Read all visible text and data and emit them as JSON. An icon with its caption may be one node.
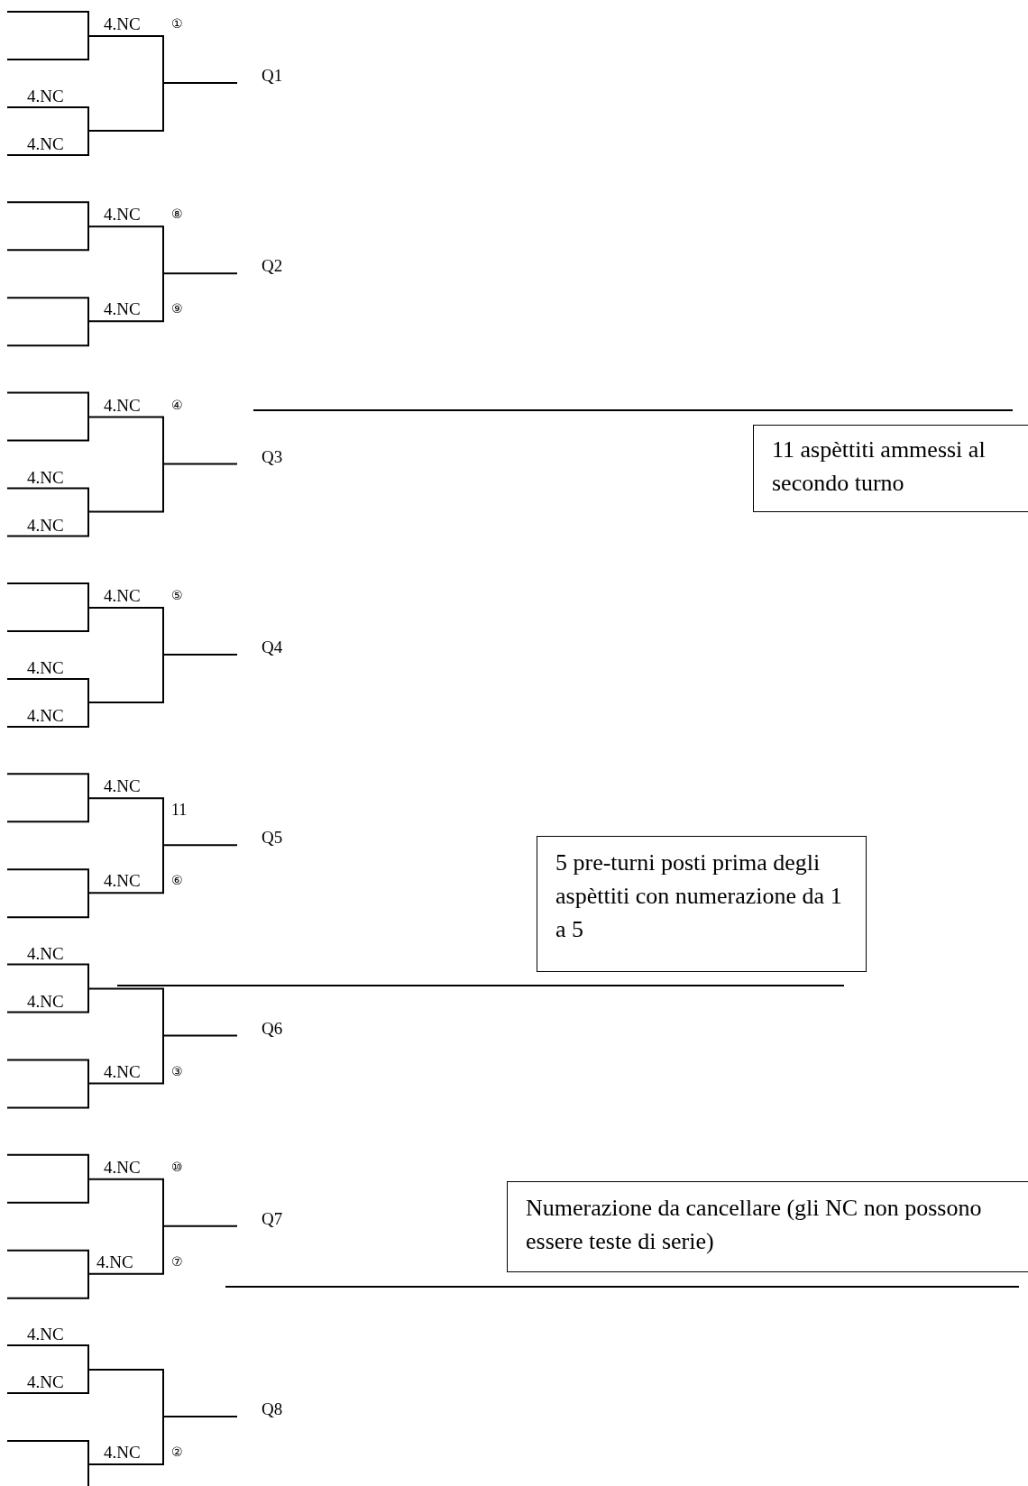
{
  "diagram": {
    "nodes": [
      {
        "text": [
          "11 aspèttiti ammessi al secondo turno"
        ]
      },
      {
        "text": [
          "5 pre-turni posti prima degli aspèttiti con numerazione da 1 a 5"
        ]
      },
      {
        "text": [
          "Numerazione da cancellare (gli NC non possono essere teste di serie)"
        ]
      }
    ],
    "labels": [
      "4.NC",
      "①",
      "Q1",
      "4.NC",
      "4.NC",
      "4.NC",
      "⑧",
      "Q2",
      "4.NC",
      "⑨",
      "4.NC",
      "④",
      "Q3",
      "4.NC",
      "4.NC",
      "4.NC",
      "⑤",
      "Q4",
      "4.NC",
      "4.NC",
      "4.NC",
      "11",
      "Q5",
      "4.NC",
      "⑥",
      "4.NC",
      "4.NC",
      "Q6",
      "4.NC",
      "③",
      "4.NC",
      "⑩",
      "Q7",
      "4.NC",
      "⑦",
      "4.NC",
      "4.NC",
      "Q8",
      "4.NC",
      "②"
    ]
  }
}
